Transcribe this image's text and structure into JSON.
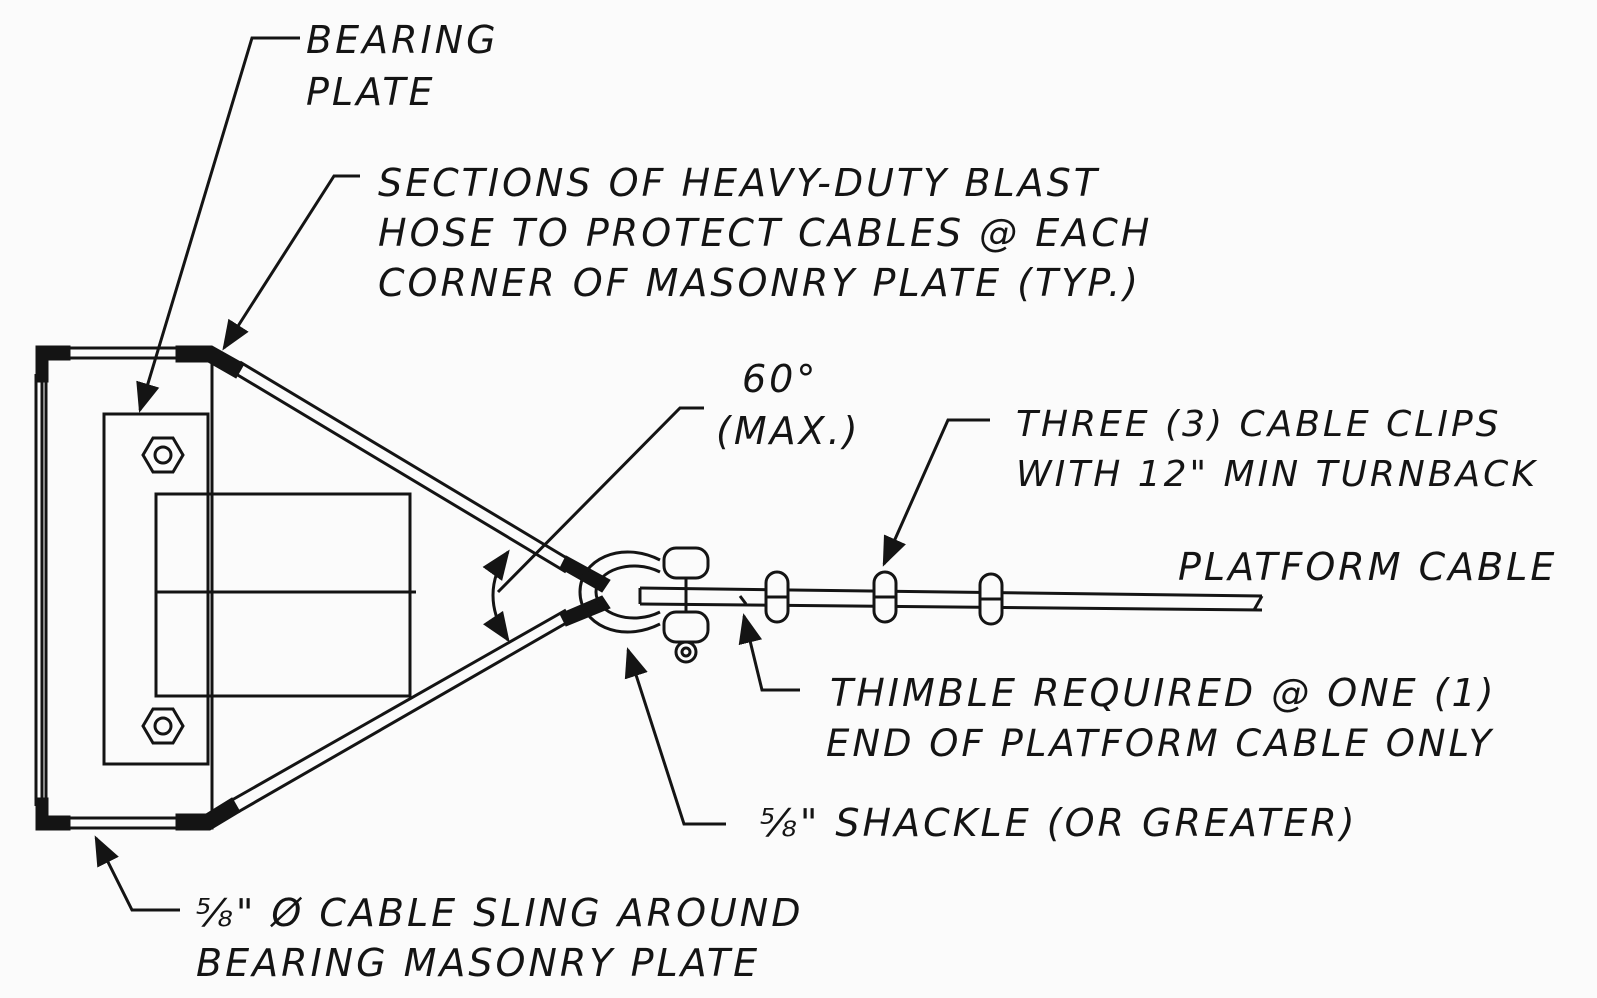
{
  "colors": {
    "ink": "#141414",
    "background": "#fbfbfb"
  },
  "labels": {
    "bearing_plate": [
      "BEARING",
      "PLATE"
    ],
    "blast_hose": [
      "SECTIONS OF HEAVY-DUTY BLAST",
      "HOSE TO PROTECT CABLES @ EACH",
      "CORNER OF MASONRY PLATE (TYP.)"
    ],
    "angle": [
      "60°",
      "(MAX.)"
    ],
    "cable_clips": [
      "THREE (3) CABLE CLIPS",
      "WITH 12\" MIN TURNBACK"
    ],
    "platform_cable": "PLATFORM CABLE",
    "thimble": [
      "THIMBLE REQUIRED @ ONE (1)",
      "END OF PLATFORM CABLE ONLY"
    ],
    "shackle": "⅝\" SHACKLE (OR GREATER)",
    "cable_sling": [
      "⅝\" Ø CABLE SLING AROUND",
      "BEARING MASONRY PLATE"
    ]
  }
}
